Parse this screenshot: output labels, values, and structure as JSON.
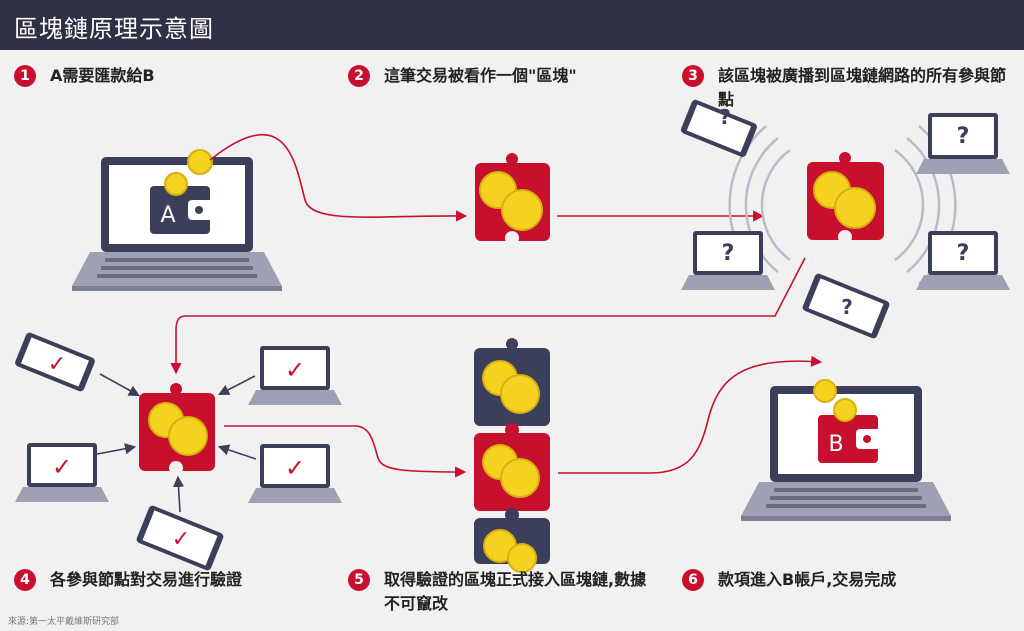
{
  "header": {
    "title": "區塊鏈原理示意圖"
  },
  "steps": [
    {
      "num": "1",
      "text": "A需要匯款給B"
    },
    {
      "num": "2",
      "text": "這筆交易被看作一個\"區塊\""
    },
    {
      "num": "3",
      "text": "該區塊被廣播到區塊鏈網路的所有參與節點"
    },
    {
      "num": "4",
      "text": "各參與節點對交易進行驗證"
    },
    {
      "num": "5",
      "text": "取得驗證的區塊正式接入區塊鏈,數據不可竄改"
    },
    {
      "num": "6",
      "text": "款項進入B帳戶,交易完成"
    }
  ],
  "wallets": {
    "a": "A",
    "b": "B"
  },
  "unknown_mark": "?",
  "verified_mark": "✓",
  "source": "來源:第一太平戴維斯研究部",
  "colors": {
    "header": "#2f2f45",
    "accent": "#c8102e",
    "coin": "#f5d21f",
    "navy": "#3c3f5a",
    "background": "#f1f1f1"
  }
}
